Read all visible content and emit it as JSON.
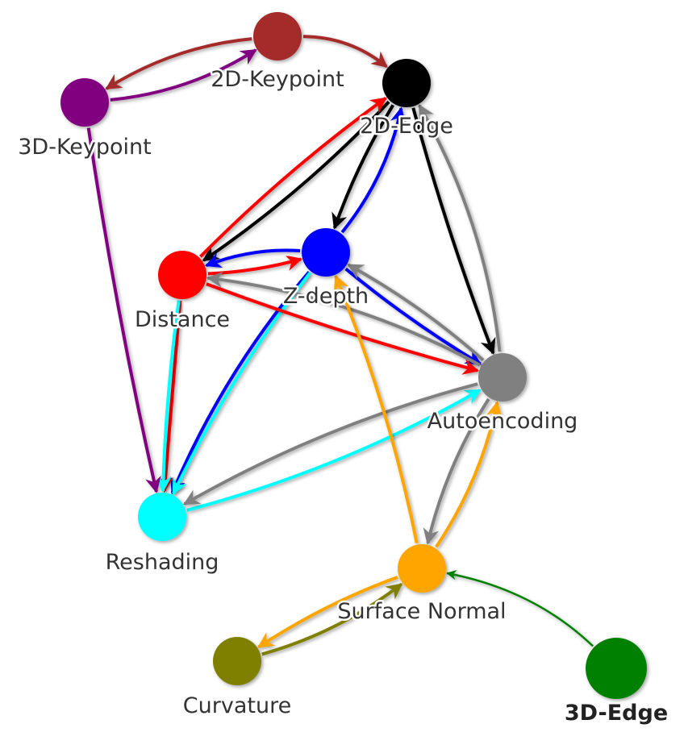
{
  "nodes": [
    {
      "id": "kp2d",
      "label": "2D-Keypoint",
      "color": "#a52a2a",
      "bold": false
    },
    {
      "id": "edge2d",
      "label": "2D-Edge",
      "color": "#000000",
      "bold": false
    },
    {
      "id": "kp3d",
      "label": "3D-Keypoint",
      "color": "#800080",
      "bold": false
    },
    {
      "id": "zdepth",
      "label": "Z-depth",
      "color": "#0000ff",
      "bold": false
    },
    {
      "id": "distance",
      "label": "Distance",
      "color": "#ff0000",
      "bold": false
    },
    {
      "id": "auto",
      "label": "Autoencoding",
      "color": "#808080",
      "bold": false
    },
    {
      "id": "reshading",
      "label": "Reshading",
      "color": "#00ffff",
      "bold": false
    },
    {
      "id": "normal",
      "label": "Surface Normal",
      "color": "#ffa500",
      "bold": false
    },
    {
      "id": "curvature",
      "label": "Curvature",
      "color": "#808000",
      "bold": false
    },
    {
      "id": "edge3d",
      "label": "3D-Edge",
      "color": "#008000",
      "bold": true
    }
  ],
  "edges": [
    {
      "from": "kp2d",
      "to": "edge2d",
      "color": "#a52a2a"
    },
    {
      "from": "kp2d",
      "to": "kp3d",
      "color": "#a52a2a"
    },
    {
      "from": "kp3d",
      "to": "kp2d",
      "color": "#800080"
    },
    {
      "from": "kp3d",
      "to": "reshading",
      "color": "#800080"
    },
    {
      "from": "edge2d",
      "to": "distance",
      "color": "#000000"
    },
    {
      "from": "edge2d",
      "to": "zdepth",
      "color": "#000000"
    },
    {
      "from": "edge2d",
      "to": "auto",
      "color": "#000000"
    },
    {
      "from": "zdepth",
      "to": "edge2d",
      "color": "#0000ff"
    },
    {
      "from": "zdepth",
      "to": "distance",
      "color": "#0000ff"
    },
    {
      "from": "zdepth",
      "to": "auto",
      "color": "#0000ff"
    },
    {
      "from": "zdepth",
      "to": "reshading",
      "color": "#0000ff"
    },
    {
      "from": "zdepth",
      "to": "reshading",
      "color": "#00ffff"
    },
    {
      "from": "distance",
      "to": "edge2d",
      "color": "#ff0000"
    },
    {
      "from": "distance",
      "to": "zdepth",
      "color": "#ff0000"
    },
    {
      "from": "distance",
      "to": "auto",
      "color": "#ff0000"
    },
    {
      "from": "distance",
      "to": "reshading",
      "color": "#ff0000"
    },
    {
      "from": "distance",
      "to": "reshading",
      "color": "#00ffff"
    },
    {
      "from": "reshading",
      "to": "auto",
      "color": "#00ffff"
    },
    {
      "from": "auto",
      "to": "edge2d",
      "color": "#808080"
    },
    {
      "from": "auto",
      "to": "zdepth",
      "color": "#808080"
    },
    {
      "from": "auto",
      "to": "distance",
      "color": "#808080"
    },
    {
      "from": "auto",
      "to": "reshading",
      "color": "#808080"
    },
    {
      "from": "auto",
      "to": "normal",
      "color": "#808080"
    },
    {
      "from": "normal",
      "to": "zdepth",
      "color": "#ffa500"
    },
    {
      "from": "normal",
      "to": "auto",
      "color": "#ffa500"
    },
    {
      "from": "normal",
      "to": "curvature",
      "color": "#ffa500"
    },
    {
      "from": "curvature",
      "to": "normal",
      "color": "#808000"
    },
    {
      "from": "edge3d",
      "to": "normal",
      "color": "#008000"
    }
  ]
}
